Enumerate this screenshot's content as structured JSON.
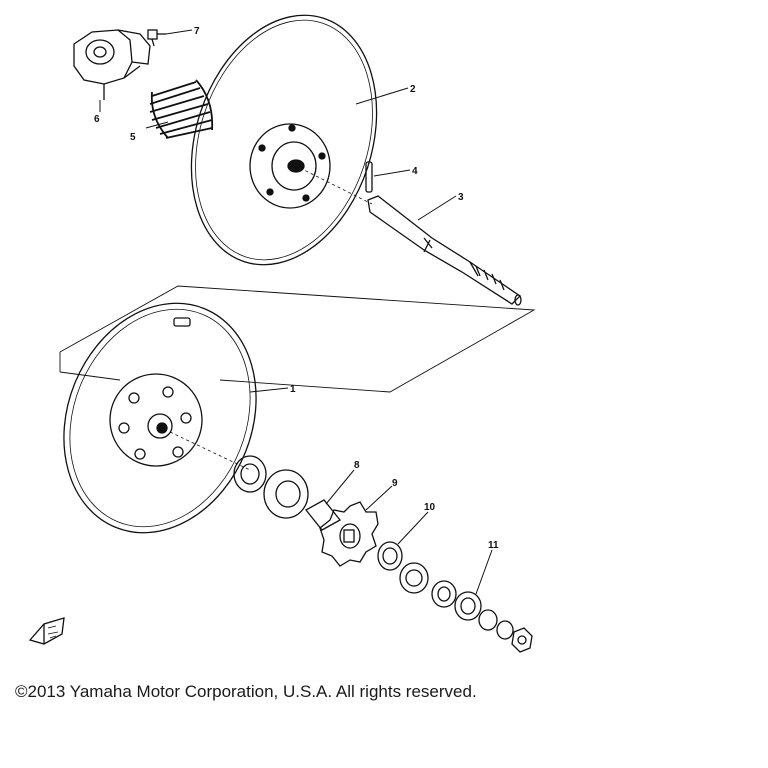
{
  "callouts": [
    {
      "id": "1",
      "label": "1"
    },
    {
      "id": "2",
      "label": "2"
    },
    {
      "id": "3",
      "label": "3"
    },
    {
      "id": "4",
      "label": "4"
    },
    {
      "id": "5",
      "label": "5"
    },
    {
      "id": "6",
      "label": "6"
    },
    {
      "id": "7",
      "label": "7"
    },
    {
      "id": "8",
      "label": "8"
    },
    {
      "id": "9",
      "label": "9"
    },
    {
      "id": "10",
      "label": "10"
    },
    {
      "id": "11",
      "label": "11"
    }
  ],
  "front_marker_icon": "fwd-arrow-icon",
  "copyright": "©2013 Yamaha Motor Corporation, U.S.A. All rights reserved."
}
